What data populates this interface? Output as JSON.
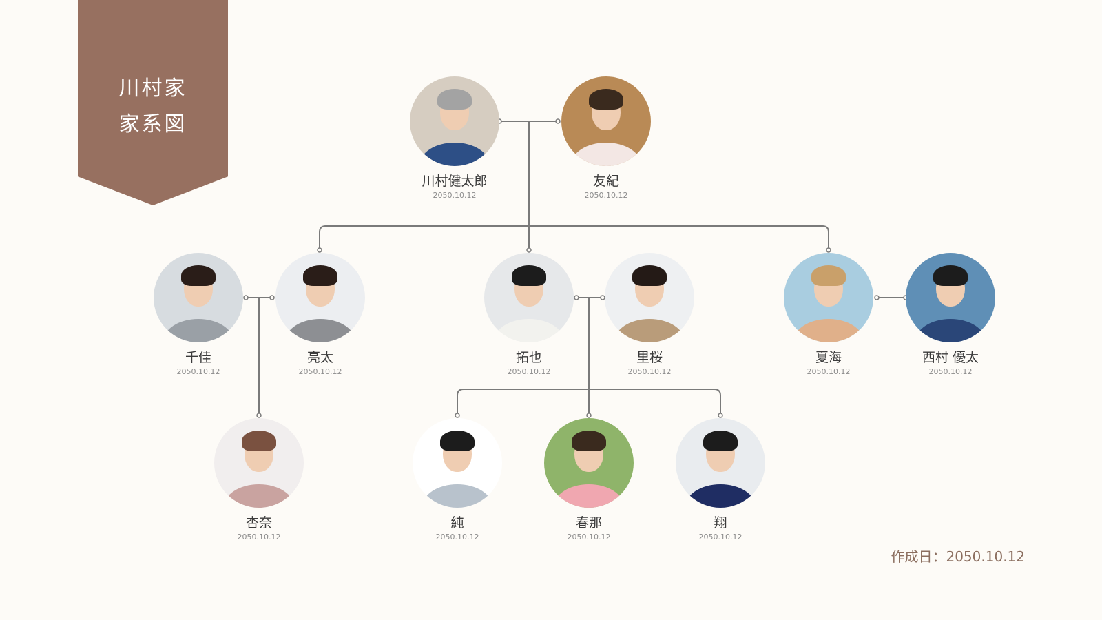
{
  "banner": {
    "line1": "川村家",
    "line2": "家系図",
    "color": "#977060"
  },
  "created": {
    "label": "作成日：2050.10.12"
  },
  "people": [
    {
      "id": "kentaro",
      "name": "川村健太郎",
      "date": "2050.10.12",
      "icon": "portrait-photo-icon",
      "bg": "#d6cdc1",
      "hair": "#a3a3a3",
      "clothes": "#2d4f86"
    },
    {
      "id": "yuki",
      "name": "友紀",
      "date": "2050.10.12",
      "icon": "portrait-photo-icon",
      "bg": "#b98a56",
      "hair": "#3a2a1e",
      "clothes": "#f3e7e4"
    },
    {
      "id": "chika",
      "name": "千佳",
      "date": "2050.10.12",
      "icon": "portrait-photo-icon",
      "bg": "#d7dce0",
      "hair": "#2a1d18",
      "clothes": "#9aa0a6"
    },
    {
      "id": "ryota",
      "name": "亮太",
      "date": "2050.10.12",
      "icon": "portrait-photo-icon",
      "bg": "#eceef1",
      "hair": "#2a1d18",
      "clothes": "#8d8f93"
    },
    {
      "id": "takuya",
      "name": "拓也",
      "date": "2050.10.12",
      "icon": "portrait-photo-icon",
      "bg": "#e6e8ea",
      "hair": "#1c1c1c",
      "clothes": "#f2f2ee"
    },
    {
      "id": "rio",
      "name": "里桜",
      "date": "2050.10.12",
      "icon": "portrait-photo-icon",
      "bg": "#eef0f2",
      "hair": "#241a16",
      "clothes": "#b99c7a"
    },
    {
      "id": "natsumi",
      "name": "夏海",
      "date": "2050.10.12",
      "icon": "portrait-photo-icon",
      "bg": "#a9cde0",
      "hair": "#c9a06a",
      "clothes": "#e0b08a"
    },
    {
      "id": "nishimura",
      "name": "西村 優太",
      "date": "2050.10.12",
      "icon": "portrait-photo-icon",
      "bg": "#5f8fb6",
      "hair": "#1c1c1c",
      "clothes": "#2a4678"
    },
    {
      "id": "anna",
      "name": "杏奈",
      "date": "2050.10.12",
      "icon": "portrait-photo-icon",
      "bg": "#f1eeee",
      "hair": "#7a5140",
      "clothes": "#c9a3a0"
    },
    {
      "id": "jun",
      "name": "純",
      "date": "2050.10.12",
      "icon": "portrait-photo-icon",
      "bg": "#ffffff",
      "hair": "#1c1c1c",
      "clothes": "#b8c2cc"
    },
    {
      "id": "haruna",
      "name": "春那",
      "date": "2050.10.12",
      "icon": "portrait-photo-icon",
      "bg": "#8fb46a",
      "hair": "#3a2a1e",
      "clothes": "#f0a7b0"
    },
    {
      "id": "sho",
      "name": "翔",
      "date": "2050.10.12",
      "icon": "portrait-photo-icon",
      "bg": "#e9ecef",
      "hair": "#1c1c1c",
      "clothes": "#1f2d63"
    }
  ]
}
